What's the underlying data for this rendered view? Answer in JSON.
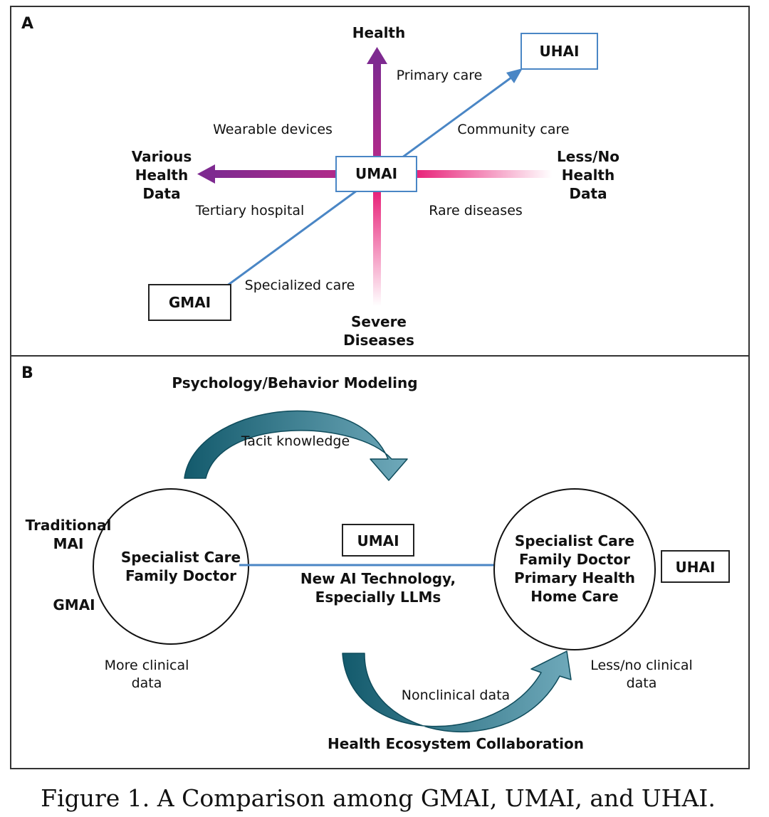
{
  "panel_a": {
    "letter": "A",
    "axis_top": "Health",
    "axis_bottom": [
      "Severe",
      "Diseases"
    ],
    "axis_left": [
      "Various",
      "Health",
      "Data"
    ],
    "axis_right": [
      "Less/No",
      "Health",
      "Data"
    ],
    "center_box": "UMAI",
    "top_right_box": "UHAI",
    "bottom_left_box": "GMAI",
    "quadrant_labels": {
      "primary_care": "Primary care",
      "community_care": "Community care",
      "wearable_devices": "Wearable devices",
      "tertiary_hospital": "Tertiary hospital",
      "rare_diseases": "Rare diseases",
      "specialized_care": "Specialized care"
    }
  },
  "panel_b": {
    "letter": "B",
    "top_heading": "Psychology/Behavior Modeling",
    "top_arc_label": "Tacit knowledge",
    "left_outside_labels": [
      "Traditional",
      "MAI"
    ],
    "left_gmai": "GMAI",
    "left_circle_lines": [
      "Specialist Care",
      "Family Doctor"
    ],
    "left_below": [
      "More clinical",
      "data"
    ],
    "center_box": "UMAI",
    "center_caption": [
      "New AI Technology,",
      "Especially LLMs"
    ],
    "right_circle_lines": [
      "Specialist Care",
      "Family Doctor",
      "Primary Health",
      "Home Care"
    ],
    "right_box": "UHAI",
    "right_below": [
      "Less/no clinical",
      "data"
    ],
    "bottom_arc_label": "Nonclinical data",
    "bottom_heading": "Health Ecosystem Collaboration"
  },
  "caption": "Figure 1. A Comparison among GMAI, UMAI, and UHAI.",
  "colors": {
    "purple": "#8a2a8e",
    "magenta": "#e8237a",
    "blue_arrow": "#4a86c5",
    "teal_dark": "#1d5f73",
    "teal_light": "#6aa6b8",
    "border": "#333333"
  }
}
